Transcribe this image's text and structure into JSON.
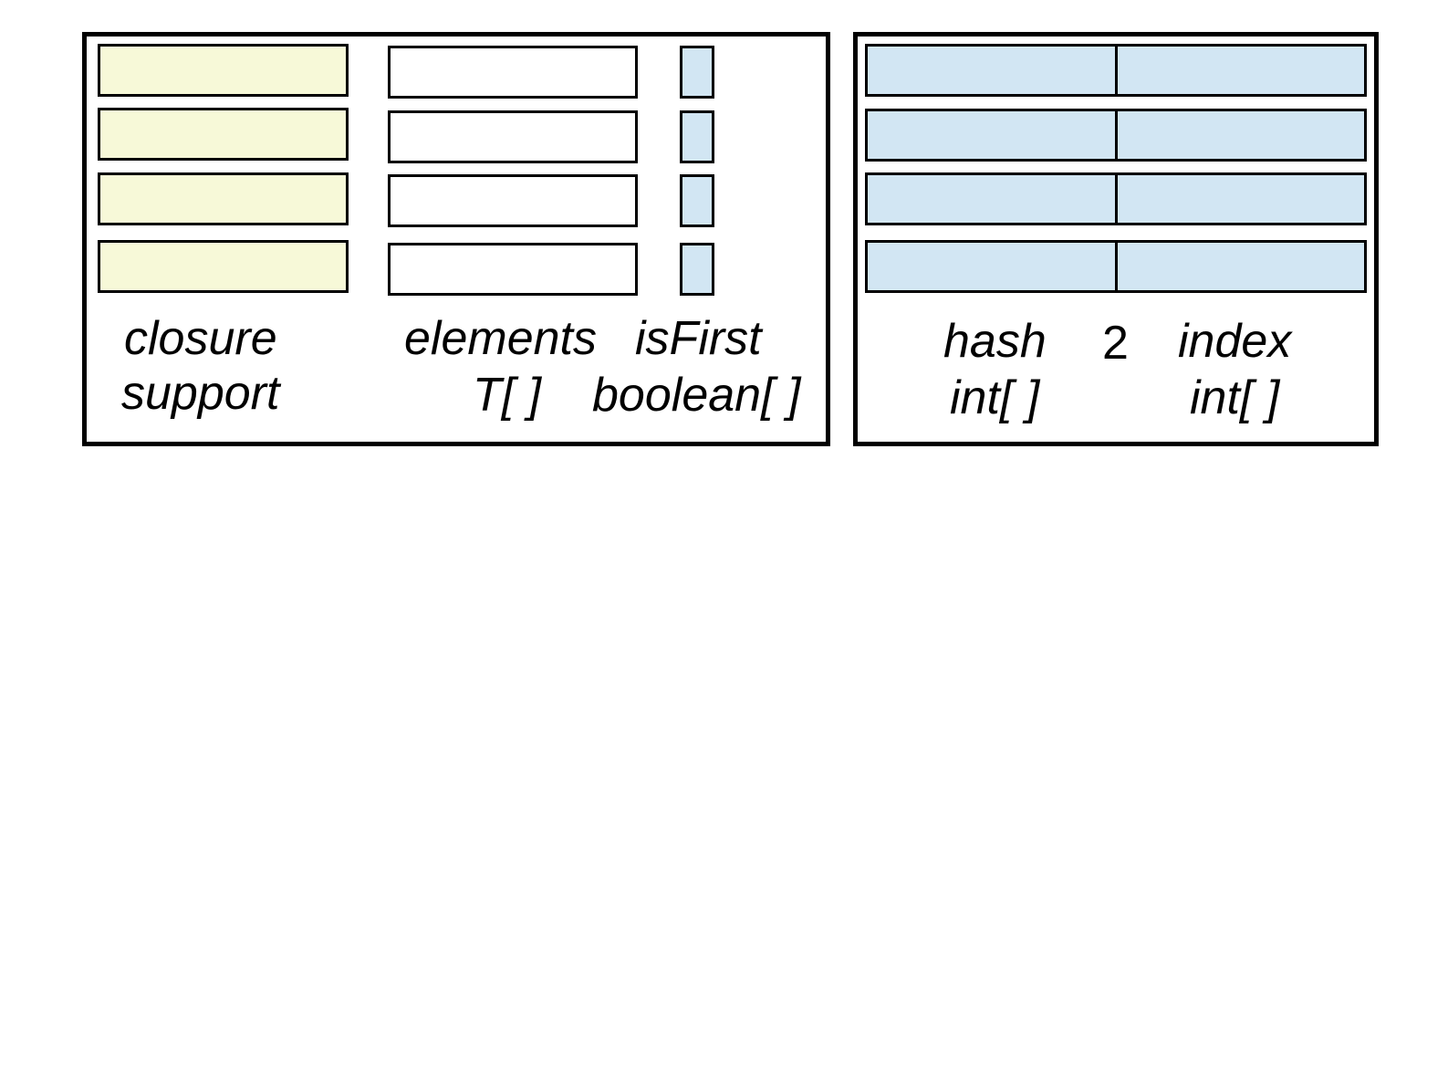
{
  "colors": {
    "closure_fill": "#f7f9d8",
    "elements_fill": "#ffffff",
    "flag_fill": "#d2e6f3",
    "index_fill": "#d2e6f3",
    "outline": "#000000"
  },
  "left_panel": {
    "closure_label_1": "closure",
    "closure_label_2": "support",
    "elements_label": "elements",
    "elements_type": "T[ ]",
    "isfirst_label": "isFirst",
    "isfirst_type": "boolean[ ]",
    "rows": 4
  },
  "right_panel": {
    "hash_label": "hash",
    "multiplier": "2",
    "index_label": "index",
    "hash_type": "int[ ]",
    "index_type": "int[ ]",
    "rows": 4
  }
}
